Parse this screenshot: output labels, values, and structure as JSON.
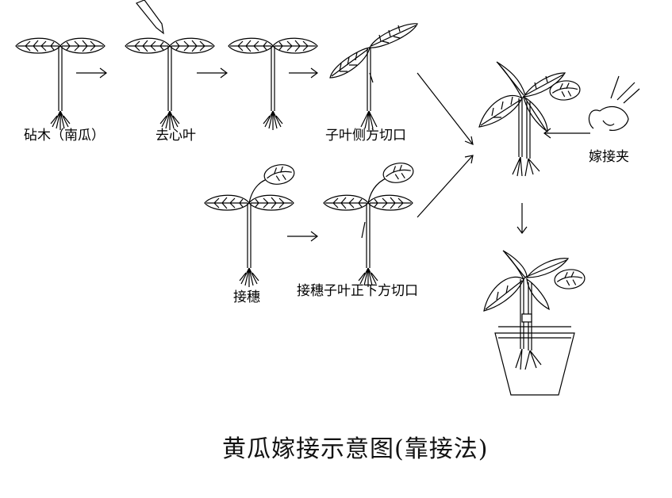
{
  "labels": {
    "rootstock": "砧木（南瓜）",
    "remove_heart": "去心叶",
    "side_cut": "子叶侧方切口",
    "scion": "接穗",
    "scion_cut": "接穗子叶正下方切口",
    "clip": "嫁接夹"
  },
  "title": "黄瓜嫁接示意图(靠接法)"
}
